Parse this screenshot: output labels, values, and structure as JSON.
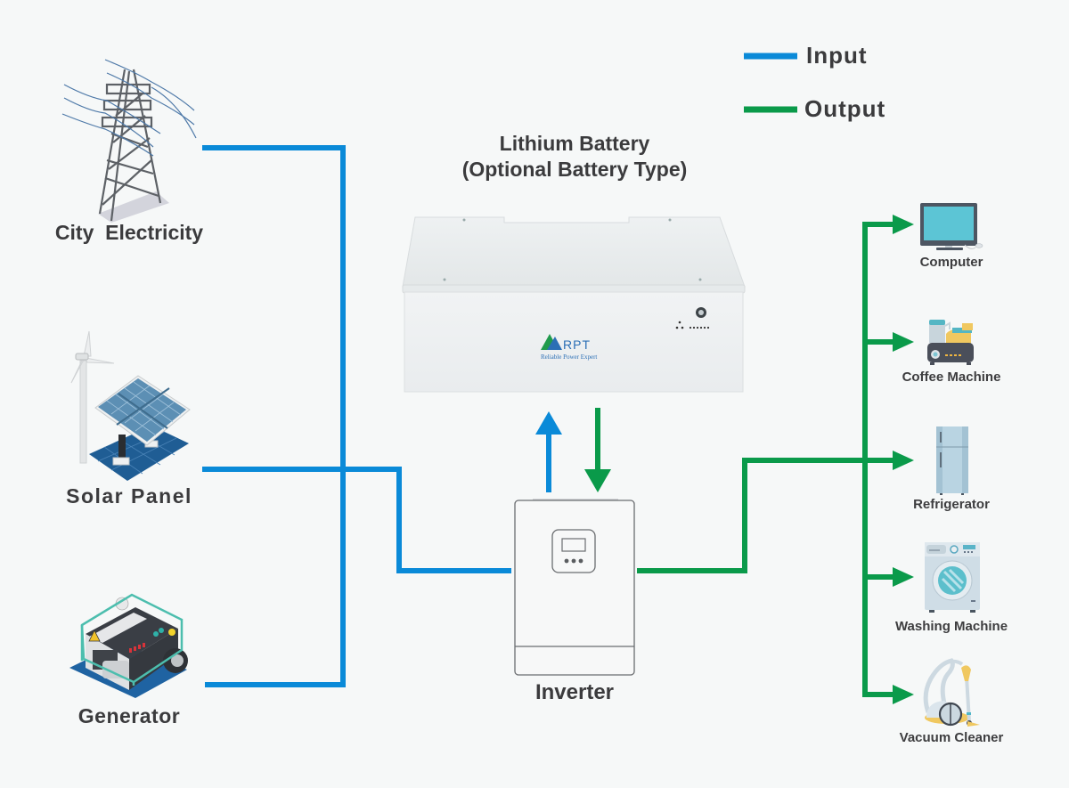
{
  "colors": {
    "background": "#f6f8f8",
    "input": "#0a8ad8",
    "output": "#0a9a4a",
    "text": "#3b3b3d"
  },
  "legend": {
    "input_label": "Input",
    "output_label": "Output"
  },
  "battery": {
    "title_line1": "Lithium Battery",
    "title_line2": "(Optional Battery Type)",
    "brand": "RPT",
    "brand_tagline": "Reliable Power Expert"
  },
  "inverter": {
    "label": "Inverter"
  },
  "sources": [
    {
      "id": "city",
      "label": "City  Electricity",
      "icon": "transmission-tower-icon"
    },
    {
      "id": "solar",
      "label": "Solar Panel",
      "icon": "solar-panel-wind-turbine-icon"
    },
    {
      "id": "generator",
      "label": "Generator",
      "icon": "generator-icon"
    }
  ],
  "loads": [
    {
      "id": "computer",
      "label": "Computer",
      "icon": "computer-icon"
    },
    {
      "id": "coffee",
      "label": "Coffee Machine",
      "icon": "coffee-machine-icon"
    },
    {
      "id": "fridge",
      "label": "Refrigerator",
      "icon": "refrigerator-icon"
    },
    {
      "id": "washer",
      "label": "Washing Machine",
      "icon": "washing-machine-icon"
    },
    {
      "id": "vacuum",
      "label": "Vacuum Cleaner",
      "icon": "vacuum-cleaner-icon"
    }
  ]
}
